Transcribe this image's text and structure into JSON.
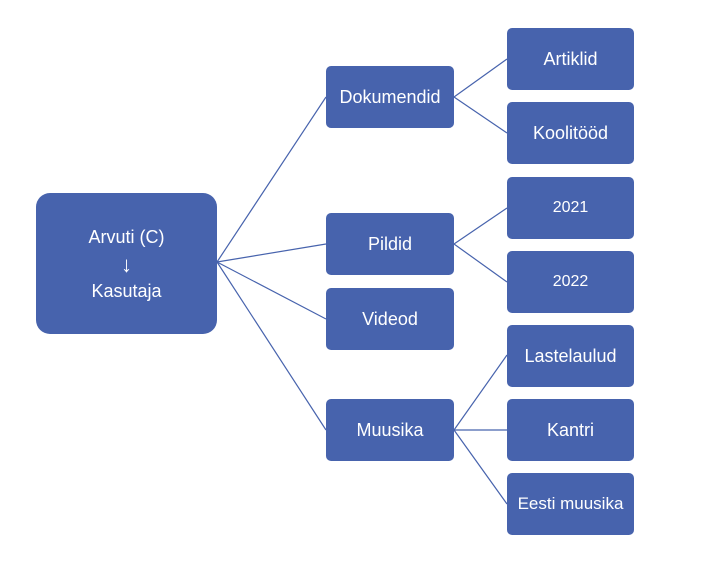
{
  "root": {
    "line1": "Arvuti (C)",
    "arrow": "↓",
    "line2": "Kasutaja"
  },
  "level1": {
    "dokumendid": "Dokumendid",
    "pildid": "Pildid",
    "videod": "Videod",
    "muusika": "Muusika"
  },
  "level2": {
    "artiklid": "Artiklid",
    "koolitood": "Koolitööd",
    "y2021": "2021",
    "y2022": "2022",
    "lastelaulud": "Lastelaulud",
    "kantri": "Kantri",
    "eesti_muusika": "Eesti muusika"
  },
  "colors": {
    "node": "#4763ad",
    "connector": "#4763ad",
    "text": "#ffffff"
  }
}
